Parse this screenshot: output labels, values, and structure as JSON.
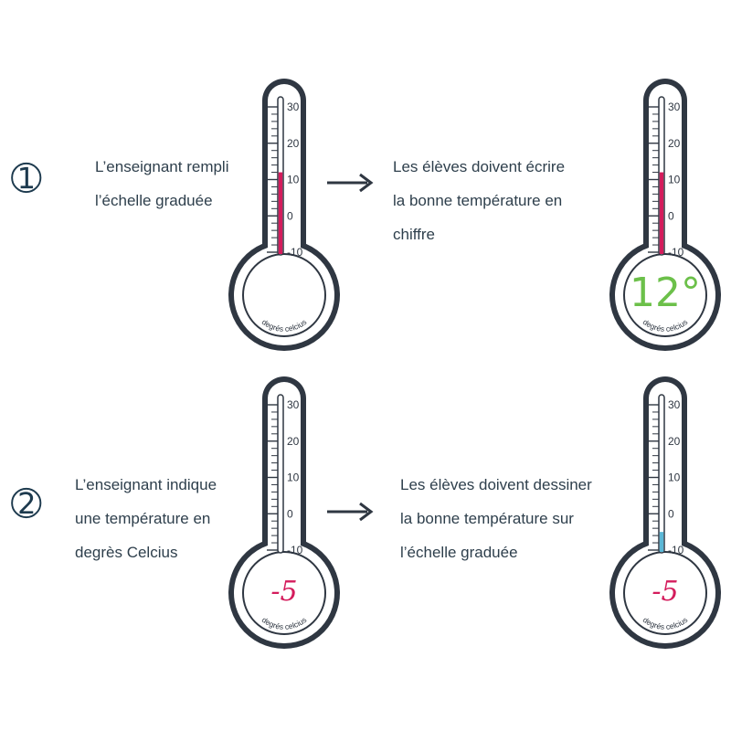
{
  "steps": [
    {
      "number": "➀",
      "teacher_lines": [
        "L’enseignant rempli",
        "l’échelle graduée"
      ],
      "student_lines": [
        "Les élèves doivent écrire",
        "la bonne température en",
        "chiffre"
      ],
      "teacher_thermometer": {
        "fill_value": 12,
        "bulb_text": "",
        "fill_color": "#d41c5c"
      },
      "student_thermometer": {
        "fill_value": 12,
        "bulb_text": "12°",
        "fill_color": "#d41c5c",
        "bulb_text_color": "#6cc04a"
      }
    },
    {
      "number": "➁",
      "teacher_lines": [
        "L’enseignant indique",
        "une température en",
        "degrès Celcius"
      ],
      "student_lines": [
        "Les élèves doivent dessiner",
        "la bonne température sur",
        "l’échelle graduée"
      ],
      "teacher_thermometer": {
        "fill_value": null,
        "bulb_text": "-5",
        "bulb_text_color": "#d41c5c"
      },
      "student_thermometer": {
        "fill_value": -5,
        "bulb_text": "-5",
        "fill_color": "#5bb7d6",
        "bulb_text_color": "#d41c5c"
      }
    }
  ],
  "scale": {
    "min": -10,
    "max": 30,
    "labels": [
      "30",
      "20",
      "10",
      "0",
      "-10"
    ],
    "unit_words": [
      "degrés",
      "celcius"
    ]
  },
  "colors": {
    "outline": "#2f3742",
    "text": "#2e3f4c",
    "number": "#1d3a4e"
  }
}
